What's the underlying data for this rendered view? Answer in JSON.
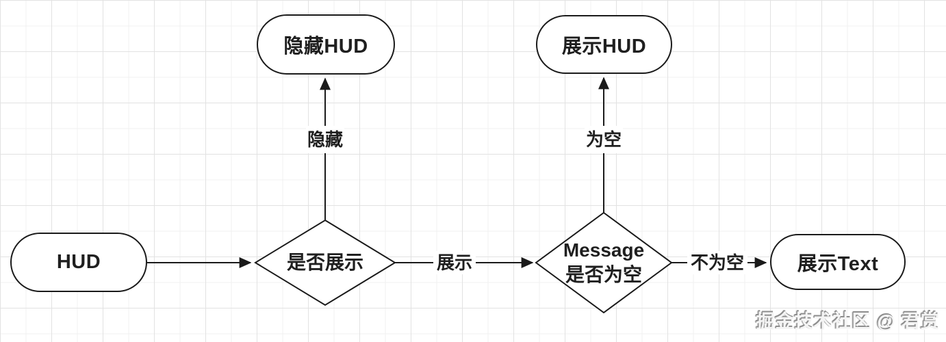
{
  "diagram": {
    "nodes": {
      "hud": {
        "label": "HUD"
      },
      "hide_hud": {
        "label": "隐藏HUD"
      },
      "show_hud": {
        "label": "展示HUD"
      },
      "show_text": {
        "label": "展示Text"
      }
    },
    "decisions": {
      "is_show": {
        "label": "是否展示"
      },
      "message_empty": {
        "line1": "Message",
        "line2": "是否为空"
      }
    },
    "edge_labels": {
      "hide": "隐藏",
      "show": "展示",
      "empty": "为空",
      "not_empty": "不为空"
    }
  },
  "watermark": {
    "text": "掘金技术社区 @ 君赏"
  },
  "colors": {
    "stroke": "#1a1a1a",
    "node_fill": "#ffffff",
    "text": "#1f1f1f",
    "grid_major": "#e2e2e2",
    "grid_minor": "#f0f0f0",
    "background": "#ffffff",
    "watermark_light": "#f4f4f4",
    "watermark_shadow": "#8d8d8d"
  }
}
